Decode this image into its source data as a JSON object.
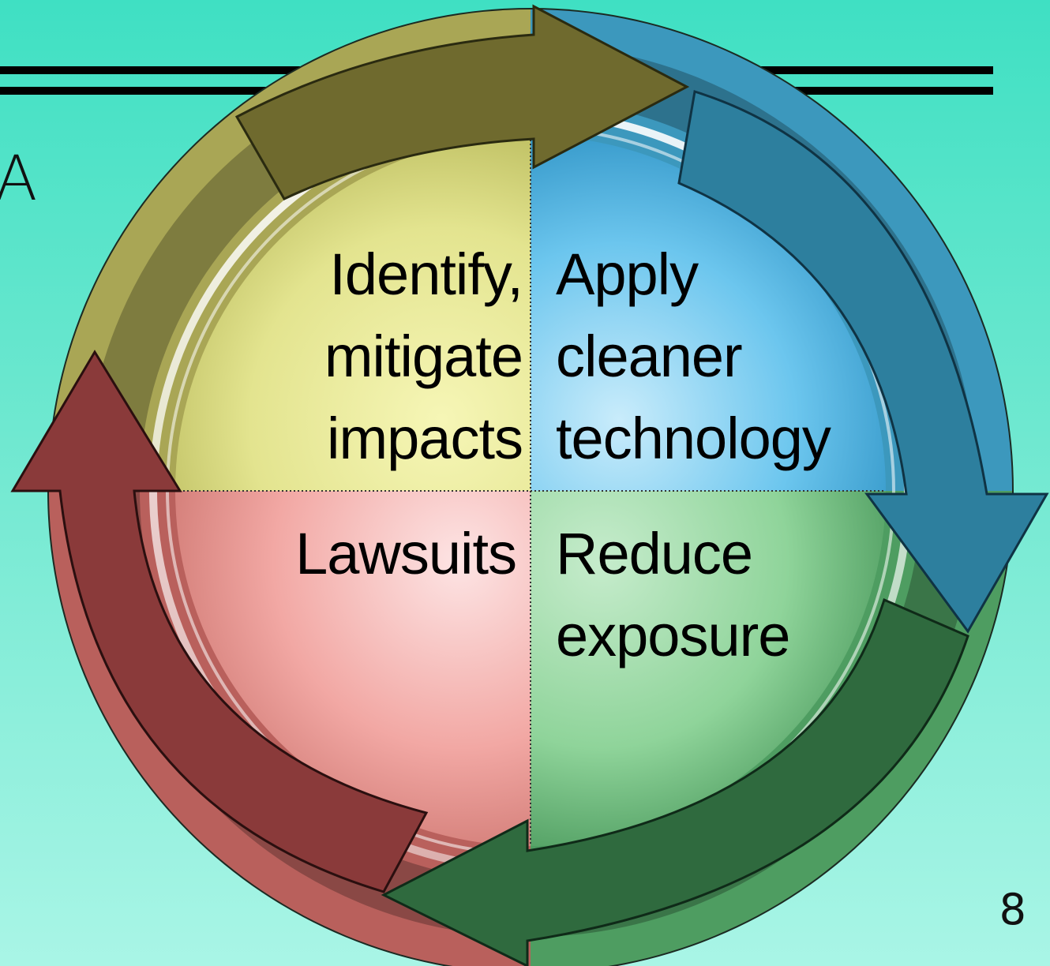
{
  "slide": {
    "title_fragment": "A",
    "page_number": "8"
  },
  "cycle": {
    "quadrants": [
      {
        "id": "top-left",
        "lines": [
          "Identify,",
          "mitigate",
          "impacts"
        ],
        "color": "#e8e89a"
      },
      {
        "id": "top-right",
        "lines": [
          "Apply",
          "cleaner",
          "technology"
        ],
        "color": "#6cc6ee"
      },
      {
        "id": "bottom-left",
        "lines": [
          "Lawsuits"
        ],
        "color": "#f2a8a4"
      },
      {
        "id": "bottom-right",
        "lines": [
          "Reduce",
          "exposure"
        ],
        "color": "#8fd49a"
      }
    ],
    "arrow_colors": {
      "top": "#6f6a2e",
      "right": "#2d7f9e",
      "bottom": "#2f6a3e",
      "left": "#8a3a3a"
    },
    "accent_background": "#3fe0c3"
  }
}
